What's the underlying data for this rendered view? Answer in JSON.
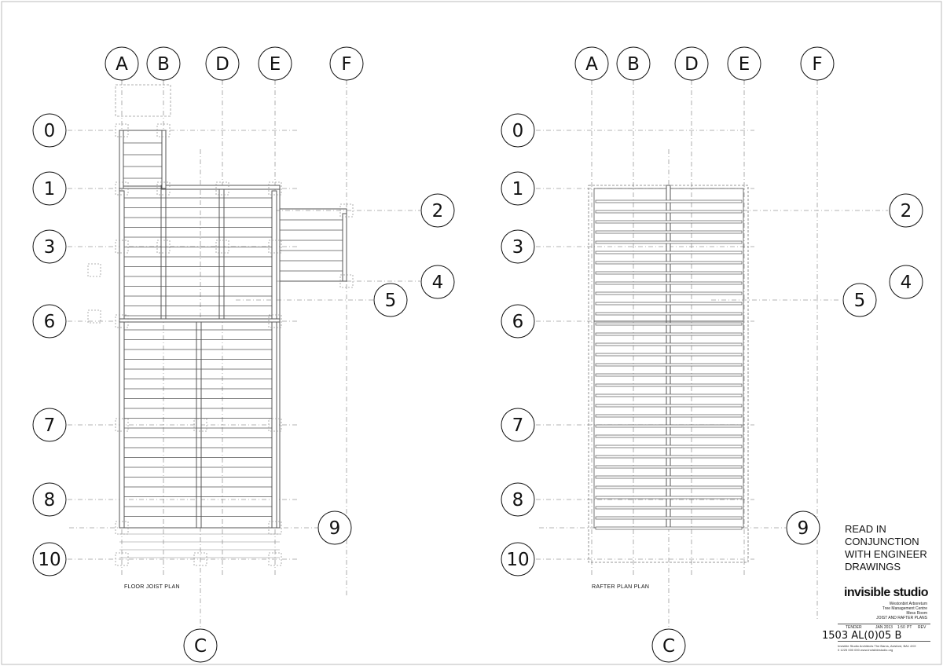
{
  "grid_letters_top": [
    "A",
    "B",
    "D",
    "E",
    "F"
  ],
  "grid_letter_bottom": "C",
  "grid_numbers_left": [
    "0",
    "1",
    "3",
    "6",
    "7",
    "8",
    "10"
  ],
  "grid_numbers_right": [
    "2",
    "4",
    "9"
  ],
  "grid_number_inner": "5",
  "plans": [
    {
      "caption": "FLOOR JOIST PLAN"
    },
    {
      "caption": "RAFTER PLAN PLAN"
    }
  ],
  "note": {
    "lines": [
      "READ IN",
      "CONJUNCTION",
      "WITH ENGINEER",
      "DRAWINGS"
    ]
  },
  "title_block": {
    "studio": "invisible studio",
    "project_lines": [
      "Westonbirt Arboretum",
      "Tree Management Centre",
      "Mess Room",
      "JOIST AND RAFTER PLANS"
    ],
    "status": "TENDER",
    "date": "JAN 2013",
    "scale": "1:50",
    "drawn": "PT",
    "rev_label": "REV",
    "drawing_number": "1503 AL(0)05 B",
    "footer_lines": [
      "Invisible Studio Architects   The Barns, Avisford, BA1 4XX",
      "0 1225 000 000   www.invisiblestudio.org"
    ]
  },
  "colors": {
    "ink": "#111111",
    "grid_line": "#9a9a9a",
    "member": "#555555"
  }
}
